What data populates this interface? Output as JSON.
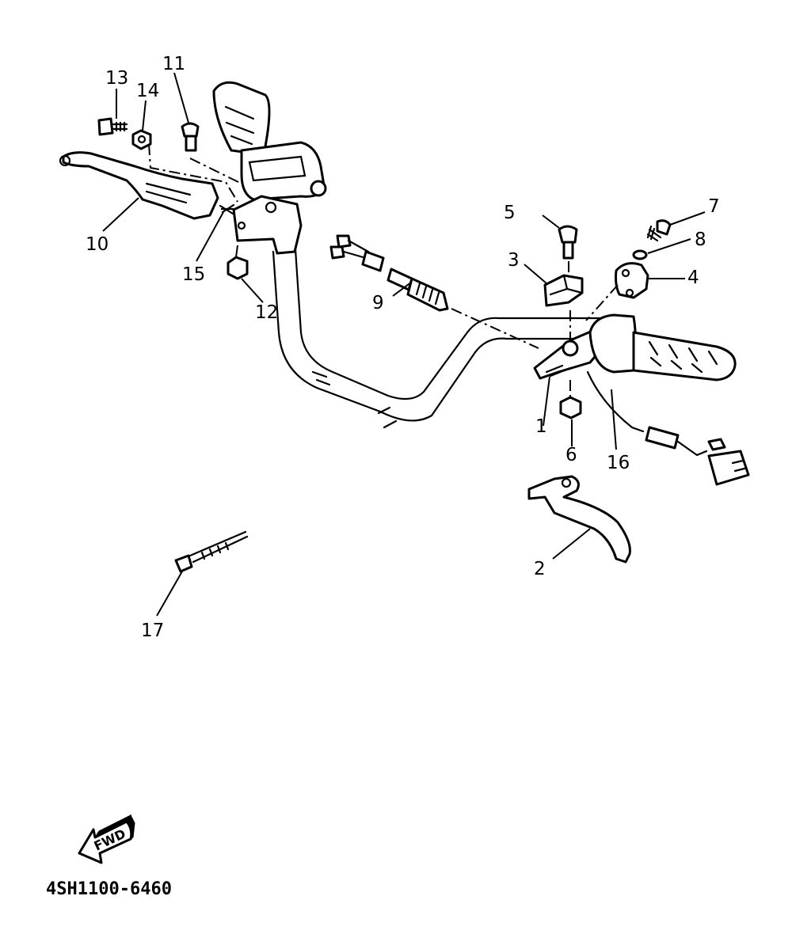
{
  "diagram": {
    "callouts": [
      "1",
      "2",
      "3",
      "4",
      "5",
      "6",
      "7",
      "8",
      "9",
      "10",
      "11",
      "12",
      "13",
      "14",
      "15",
      "16",
      "17"
    ],
    "direction_label": "FWD",
    "part_code": "4SH1100-6460"
  }
}
